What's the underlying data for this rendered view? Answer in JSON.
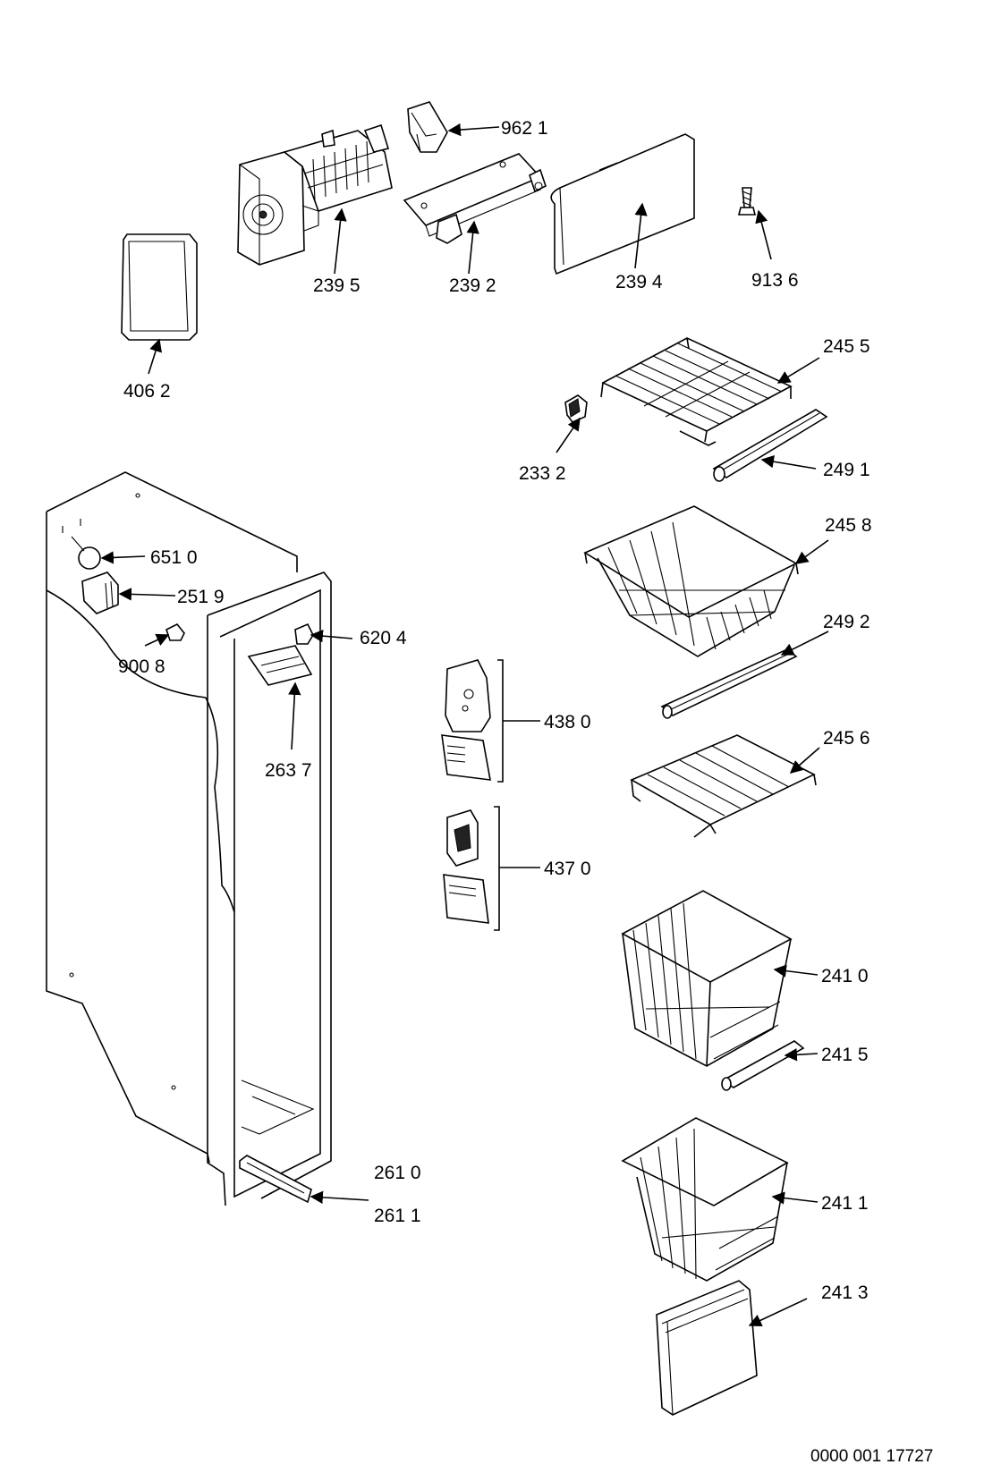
{
  "parts": [
    {
      "id": "962-1",
      "label": "962 1"
    },
    {
      "id": "239-5",
      "label": "239 5"
    },
    {
      "id": "239-2",
      "label": "239 2"
    },
    {
      "id": "239-4",
      "label": "239 4"
    },
    {
      "id": "913-6",
      "label": "913 6"
    },
    {
      "id": "406-2",
      "label": "406 2"
    },
    {
      "id": "245-5",
      "label": "245 5"
    },
    {
      "id": "233-2",
      "label": "233 2"
    },
    {
      "id": "249-1",
      "label": "249 1"
    },
    {
      "id": "245-8",
      "label": "245 8"
    },
    {
      "id": "651-0",
      "label": "651 0"
    },
    {
      "id": "251-9",
      "label": "251 9"
    },
    {
      "id": "620-4",
      "label": "620 4"
    },
    {
      "id": "900-8",
      "label": "900 8"
    },
    {
      "id": "249-2",
      "label": "249 2"
    },
    {
      "id": "438-0",
      "label": "438 0"
    },
    {
      "id": "263-7",
      "label": "263 7"
    },
    {
      "id": "245-6",
      "label": "245 6"
    },
    {
      "id": "437-0",
      "label": "437 0"
    },
    {
      "id": "241-0",
      "label": "241 0"
    },
    {
      "id": "241-5",
      "label": "241 5"
    },
    {
      "id": "261-0",
      "label": "261 0"
    },
    {
      "id": "261-1",
      "label": "261 1"
    },
    {
      "id": "241-1",
      "label": "241 1"
    },
    {
      "id": "241-3",
      "label": "241 3"
    }
  ],
  "drawing_number": "0000 001 17727"
}
